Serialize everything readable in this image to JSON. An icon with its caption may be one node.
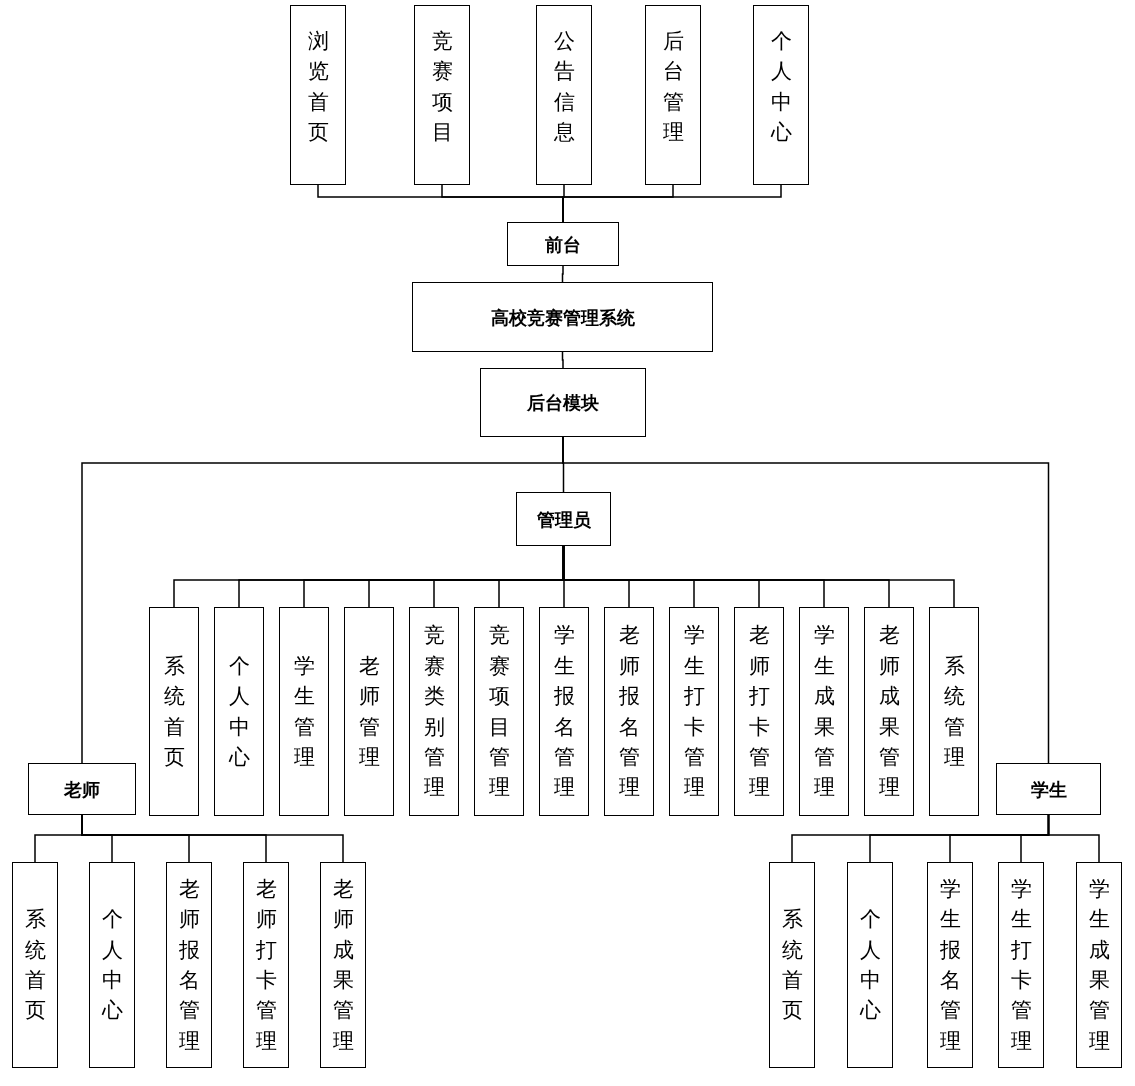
{
  "diagram": {
    "nodes": [
      {
        "text": [
          "浏览首页"
        ]
      },
      {
        "text": [
          "竞赛项目"
        ]
      },
      {
        "text": [
          "公告信息"
        ]
      },
      {
        "text": [
          "后台管理"
        ]
      },
      {
        "text": [
          "个人中心"
        ]
      },
      {
        "text": [
          "前台"
        ]
      },
      {
        "text": [
          "高校竞赛管理系统"
        ]
      },
      {
        "text": [
          "后台模块"
        ]
      },
      {
        "text": [
          "管理员"
        ]
      },
      {
        "text": [
          "系统首页"
        ]
      },
      {
        "text": [
          "个人中心"
        ]
      },
      {
        "text": [
          "学生管理"
        ]
      },
      {
        "text": [
          "老师管理"
        ]
      },
      {
        "text": [
          "竞赛类别管理"
        ]
      },
      {
        "text": [
          "竞赛项目管理"
        ]
      },
      {
        "text": [
          "学生报名管理"
        ]
      },
      {
        "text": [
          "老师报名管理"
        ]
      },
      {
        "text": [
          "学生打卡管理"
        ]
      },
      {
        "text": [
          "老师打卡管理"
        ]
      },
      {
        "text": [
          "学生成果管理"
        ]
      },
      {
        "text": [
          "老师成果管理"
        ]
      },
      {
        "text": [
          "系统管理"
        ]
      },
      {
        "text": [
          "老师"
        ]
      },
      {
        "text": [
          "学生"
        ]
      },
      {
        "text": [
          "系统首页"
        ]
      },
      {
        "text": [
          "个人中心"
        ]
      },
      {
        "text": [
          "老师报名管理"
        ]
      },
      {
        "text": [
          "老师打卡管理"
        ]
      },
      {
        "text": [
          "老师成果管理"
        ]
      },
      {
        "text": [
          "系统首页"
        ]
      },
      {
        "text": [
          "个人中心"
        ]
      },
      {
        "text": [
          "学生报名管理"
        ]
      },
      {
        "text": [
          "学生打卡管理"
        ]
      },
      {
        "text": [
          "学生成果管理"
        ]
      }
    ],
    "edges": [
      {
        "from": 6,
        "to": 5,
        "arrow": "none"
      },
      {
        "from": 5,
        "to": 0,
        "arrow": "none"
      },
      {
        "from": 5,
        "to": 1,
        "arrow": "none"
      },
      {
        "from": 5,
        "to": 2,
        "arrow": "none"
      },
      {
        "from": 5,
        "to": 3,
        "arrow": "none"
      },
      {
        "from": 5,
        "to": 4,
        "arrow": "none"
      },
      {
        "from": 6,
        "to": 7,
        "arrow": "none"
      },
      {
        "from": 7,
        "to": 8,
        "arrow": "none"
      },
      {
        "from": 7,
        "to": 22,
        "arrow": "none"
      },
      {
        "from": 7,
        "to": 23,
        "arrow": "none"
      },
      {
        "from": 8,
        "to": 9,
        "arrow": "none"
      },
      {
        "from": 8,
        "to": 10,
        "arrow": "none"
      },
      {
        "from": 8,
        "to": 11,
        "arrow": "none"
      },
      {
        "from": 8,
        "to": 12,
        "arrow": "none"
      },
      {
        "from": 8,
        "to": 13,
        "arrow": "none"
      },
      {
        "from": 8,
        "to": 14,
        "arrow": "none"
      },
      {
        "from": 8,
        "to": 15,
        "arrow": "none"
      },
      {
        "from": 8,
        "to": 16,
        "arrow": "none"
      },
      {
        "from": 8,
        "to": 17,
        "arrow": "none"
      },
      {
        "from": 8,
        "to": 18,
        "arrow": "none"
      },
      {
        "from": 8,
        "to": 19,
        "arrow": "none"
      },
      {
        "from": 8,
        "to": 20,
        "arrow": "none"
      },
      {
        "from": 8,
        "to": 21,
        "arrow": "none"
      },
      {
        "from": 22,
        "to": 24,
        "arrow": "none"
      },
      {
        "from": 22,
        "to": 25,
        "arrow": "none"
      },
      {
        "from": 22,
        "to": 26,
        "arrow": "none"
      },
      {
        "from": 22,
        "to": 27,
        "arrow": "none"
      },
      {
        "from": 22,
        "to": 28,
        "arrow": "none"
      },
      {
        "from": 23,
        "to": 29,
        "arrow": "none"
      },
      {
        "from": 23,
        "to": 30,
        "arrow": "none"
      },
      {
        "from": 23,
        "to": 31,
        "arrow": "none"
      },
      {
        "from": 23,
        "to": 32,
        "arrow": "none"
      },
      {
        "from": 23,
        "to": 33,
        "arrow": "none"
      }
    ]
  }
}
